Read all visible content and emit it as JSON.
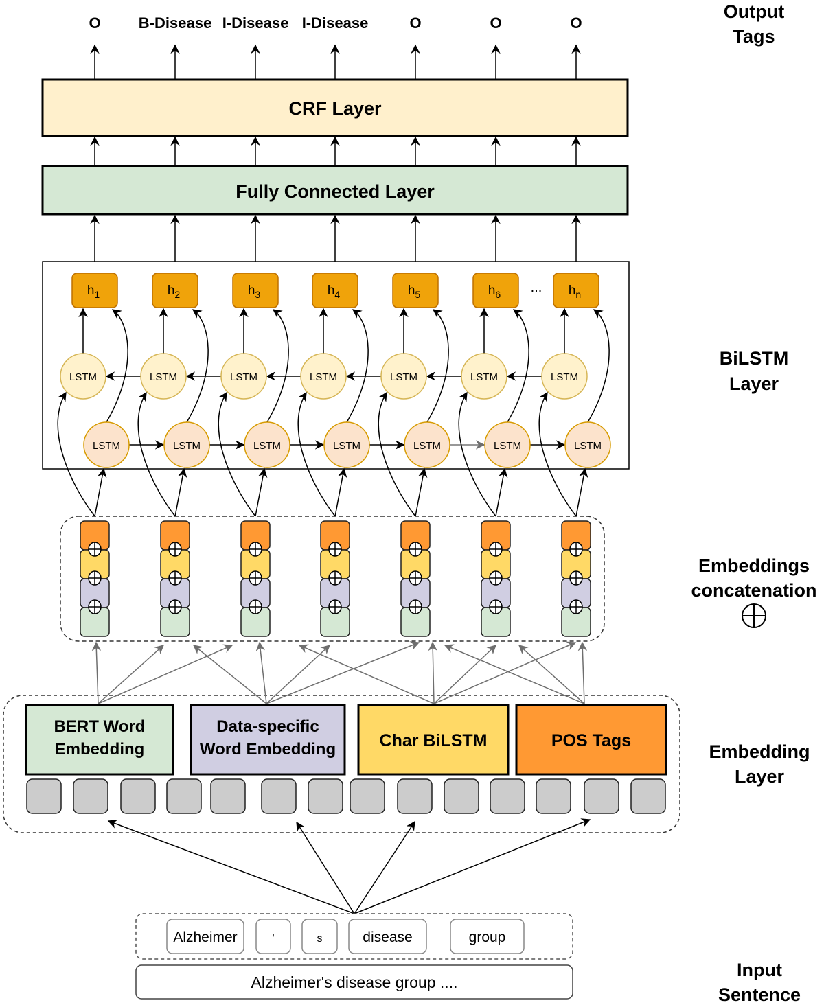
{
  "side_labels": {
    "output": [
      "Output",
      "Tags"
    ],
    "bilstm": [
      "BiLSTM",
      "Layer"
    ],
    "concat": [
      "Embeddings",
      "concatenation"
    ],
    "embedding": [
      "Embedding",
      "Layer"
    ],
    "input": [
      "Input",
      "Sentence"
    ]
  },
  "output_tags": [
    "O",
    "B-Disease",
    "I-Disease",
    "I-Disease",
    "O",
    "O",
    "O"
  ],
  "crf_layer": {
    "label": "CRF Layer",
    "fill": "#FFF0CC"
  },
  "fc_layer": {
    "label": "Fully Connected Layer",
    "fill": "#D5E8D4"
  },
  "hidden_states": [
    {
      "base": "h",
      "sub": "1"
    },
    {
      "base": "h",
      "sub": "2"
    },
    {
      "base": "h",
      "sub": "3"
    },
    {
      "base": "h",
      "sub": "4"
    },
    {
      "base": "h",
      "sub": "5"
    },
    {
      "base": "h",
      "sub": "6"
    },
    {
      "base": "h",
      "sub": "n"
    }
  ],
  "ellipsis": "...",
  "lstm_label": "LSTM",
  "colors": {
    "hidden": "#F0A30A",
    "hidden_stroke": "#BD7000",
    "lstm_backward": "#FFF2CC",
    "lstm_backward_stroke": "#D6B656",
    "lstm_forward": "#FCE3CC",
    "lstm_forward_stroke": "#D79B00",
    "pos": "#FF9933",
    "char": "#FFD966",
    "data_specific": "#D0CEE2",
    "bert": "#D5E8D4",
    "token_cell": "#CCCCCC",
    "gray_arrow": "#6E6E6E"
  },
  "embedding_sources": [
    {
      "label": [
        "BERT Word",
        "Embedding"
      ],
      "key": "bert"
    },
    {
      "label": [
        "Data-specific",
        "Word Embedding"
      ],
      "key": "data_specific"
    },
    {
      "label": [
        "Char BiLSTM"
      ],
      "key": "char"
    },
    {
      "label": [
        "POS Tags"
      ],
      "key": "pos"
    }
  ],
  "token_cells_count": 14,
  "input_tokens": [
    "Alzheimer",
    "'",
    "s",
    "disease",
    "group"
  ],
  "input_sentence": "Alzheimer's disease group ...."
}
